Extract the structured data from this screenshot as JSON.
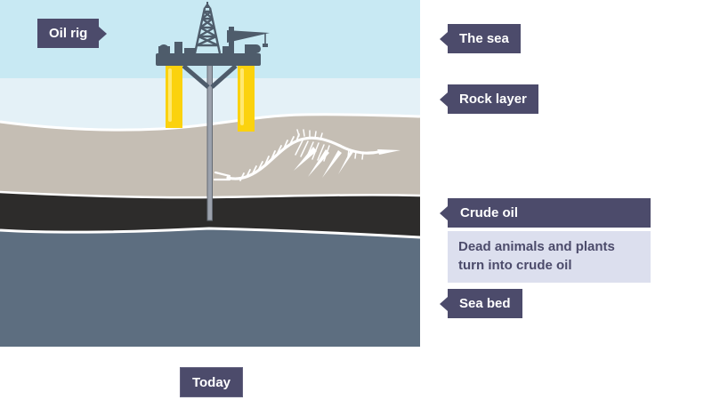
{
  "labels": {
    "oil_rig": "Oil rig",
    "the_sea": "The sea",
    "rock_layer": "Rock layer",
    "crude_oil": "Crude oil",
    "crude_oil_note": "Dead animals and plants turn into crude oil",
    "sea_bed": "Sea bed",
    "timeline": "Today"
  },
  "colors": {
    "sea_upper": "#c8e9f3",
    "sea_lower": "#e4f1f7",
    "rock_layer": "#c5beb4",
    "crude_oil": "#2d2c2b",
    "sea_bed": "#5d6e80",
    "layer_boundary_line": "#ffffff",
    "label_background": "#4c4b6b",
    "note_background": "#dcdfee",
    "label_text": "#ffffff",
    "note_text": "#4c4b6b",
    "rig_silhouette": "#4e5c6b",
    "rig_legs": "#fbd20e",
    "rig_leg_highlight": "#ffe870",
    "drill_pipe": "#9ba1ac",
    "fossil": "#ffffff"
  },
  "icons": [
    {
      "name": "oil-rig-illustration",
      "meaning": "offshore drilling platform with derrick and crane"
    },
    {
      "name": "fossil-skeleton-icon",
      "meaning": "plesiosaur skeleton buried in rock layer"
    },
    {
      "name": "drill-pipe-icon",
      "meaning": "drill string reaching crude oil"
    },
    {
      "name": "pointer-arrow-icon",
      "meaning": "callout pointer"
    }
  ]
}
